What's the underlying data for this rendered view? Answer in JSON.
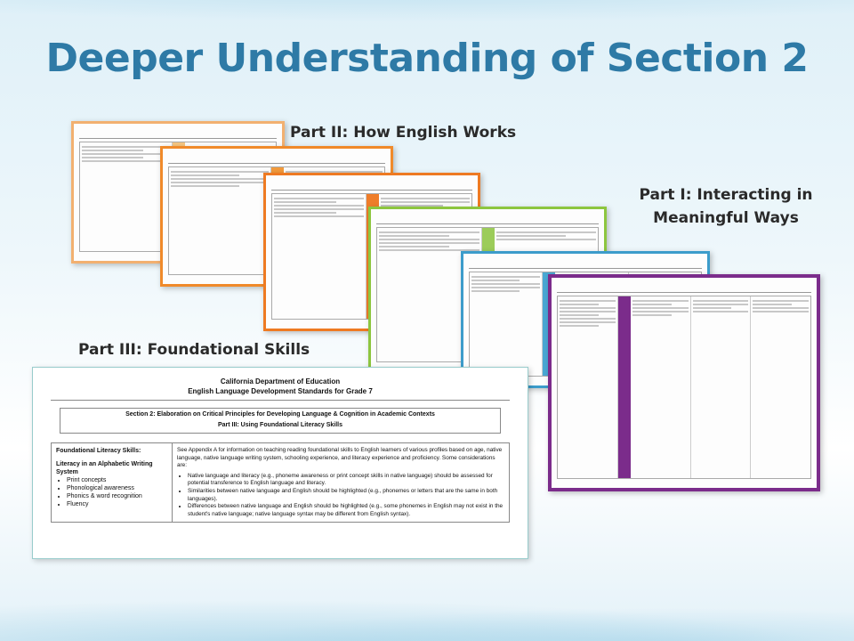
{
  "slide": {
    "title": "Deeper Understanding of Section 2",
    "labels": {
      "part2": "Part II: How English Works",
      "part1_line1": "Part I: Interacting in",
      "part1_line2": "Meaningful Ways",
      "part3": "Part III: Foundational Skills"
    },
    "colors": {
      "title": "#2e7aa6",
      "orange": "#f08a2a",
      "peach": "#f2b070",
      "green": "#8dc63f",
      "blue": "#3c9ccb",
      "purple": "#7b2c8b"
    }
  },
  "foundational_doc": {
    "header1": "California Department of Education",
    "header2": "English Language Development Standards for Grade 7",
    "section_line1": "Section 2: Elaboration on Critical Principles for Developing Language & Cognition in Academic Contexts",
    "section_line2": "Part III: Using Foundational Literacy Skills",
    "left_heading": "Foundational Literacy Skills:",
    "left_sub": "Literacy in an Alphabetic Writing System",
    "left_items": [
      "Print concepts",
      "Phonological awareness",
      "Phonics & word recognition",
      "Fluency"
    ],
    "right_intro": "See Appendix A for information on teaching reading foundational skills to English learners of various profiles based on age, native language, native language writing system, schooling experience, and literacy experience and proficiency. Some considerations are:",
    "right_items": [
      "Native language and literacy (e.g., phoneme awareness or print concept skills in native language) should be assessed for potential transference to English language and literacy.",
      "Similarities between native language and English should be highlighted (e.g., phonemes or letters that are the same in both languages).",
      "Differences between native language and English should be highlighted (e.g., some phonemes in English may not exist in the student's native language; native language syntax may be different from English syntax)."
    ]
  }
}
